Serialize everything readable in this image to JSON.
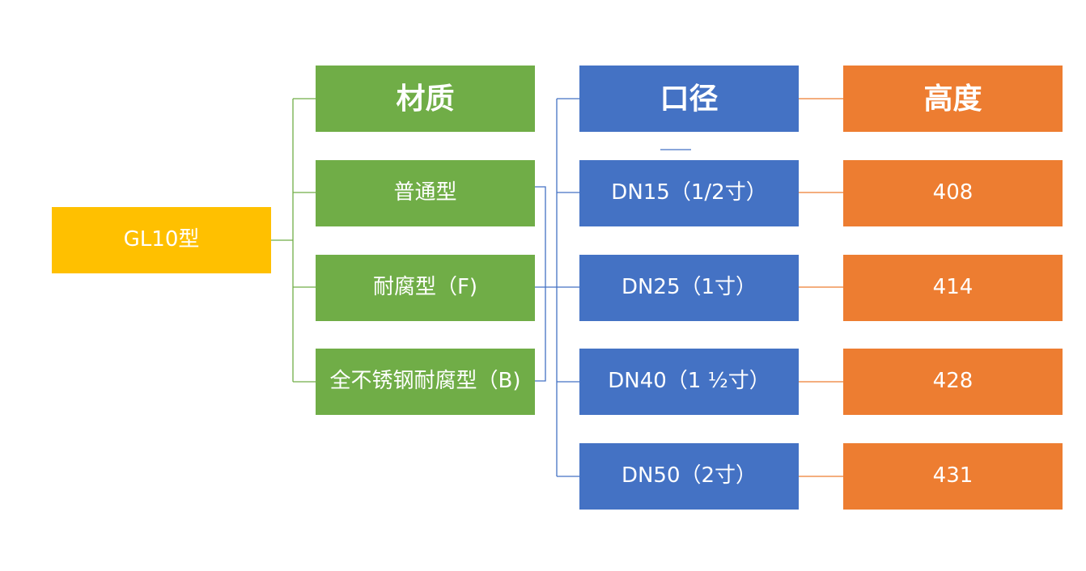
{
  "colors": {
    "root": "#ffc000",
    "material": "#70ad47",
    "diameter": "#4472c4",
    "height": "#ed7d31"
  },
  "root": {
    "label": "GL10型"
  },
  "material": {
    "header": "材质",
    "items": [
      "普通型",
      "耐腐型（F)",
      "全不锈钢耐腐型（B)"
    ]
  },
  "diameter": {
    "header": "口径",
    "items": [
      "DN15（1/2寸）",
      "DN25（1寸）",
      "DN40（1 ½寸）",
      "DN50（2寸）"
    ]
  },
  "height": {
    "header": "高度",
    "items": [
      "408",
      "414",
      "428",
      "431"
    ]
  }
}
